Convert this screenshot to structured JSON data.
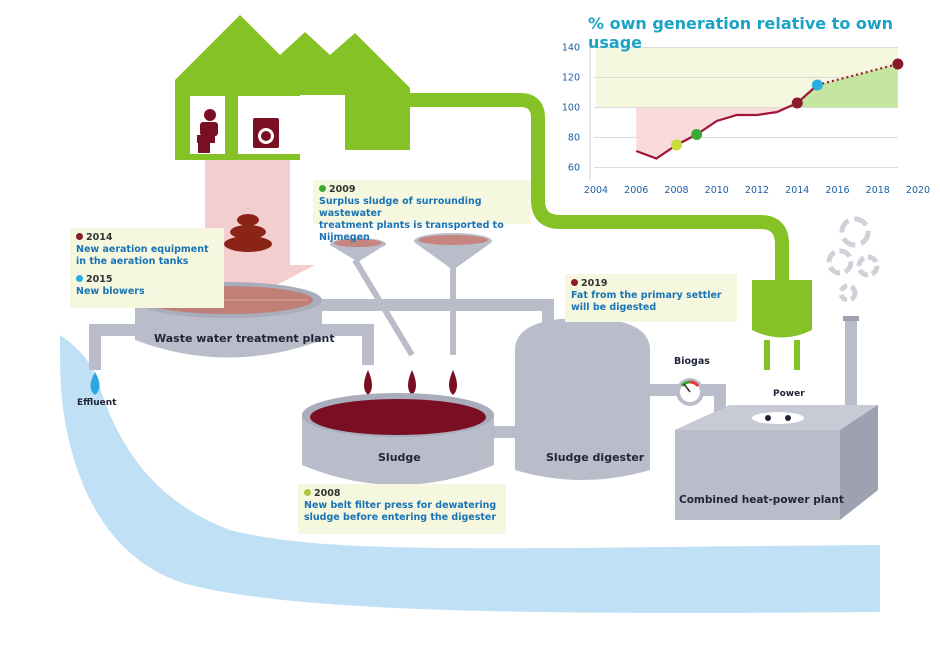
{
  "chart_title": "% own generation relative to own usage",
  "labels": {
    "wwtp": "Waste water treatment plant",
    "sludge": "Sludge",
    "digester": "Sludge digester",
    "chp": "Combined heat-power plant",
    "effluent": "Effluent",
    "biogas": "Biogas",
    "power": "Power"
  },
  "notes": {
    "n2014": {
      "year": "2014",
      "text1": "New aeration equipment",
      "text2": "in the aeration tanks",
      "color": "#8b1a2b"
    },
    "n2015": {
      "year": "2015",
      "text1": "New blowers",
      "color": "#2ab0e0"
    },
    "n2009": {
      "year": "2009",
      "text1": "Surplus sludge of surrounding wastewater",
      "text2": "treatment plants is transported to Nijmegen",
      "color": "#3aaa35"
    },
    "n2019": {
      "year": "2019",
      "text1": "Fat from the primary settler",
      "text2": "will be digested",
      "color": "#8b1a2b"
    },
    "n2008": {
      "year": "2008",
      "text1": "New belt filter press for dewatering",
      "text2": "sludge before entering the digester",
      "color": "#a8c83a"
    }
  },
  "colors": {
    "green": "#84c225",
    "maroon": "#7a0f24",
    "grey": "#b9bcc9",
    "water": "#bfe0f5",
    "note_bg": "#f5f7df"
  },
  "icons": [
    "house-icon",
    "toilet-icon",
    "washing-machine-icon",
    "poop-icon",
    "recycle-icon",
    "plug-icon",
    "gauge-icon",
    "water-drop-icon"
  ],
  "chart_data": {
    "type": "line",
    "title": "% own generation relative to own usage",
    "xlim": [
      2004,
      2020
    ],
    "ylim": [
      55,
      145
    ],
    "xticks": [
      2004,
      2006,
      2008,
      2010,
      2012,
      2014,
      2016,
      2018,
      2020
    ],
    "yticks": [
      60,
      80,
      100,
      120,
      140
    ],
    "band": [
      100,
      140
    ],
    "series": [
      {
        "values": [
          [
            2006,
            71
          ],
          [
            2007,
            66
          ],
          [
            2008,
            75
          ],
          [
            2009,
            82
          ],
          [
            2010,
            91
          ],
          [
            2011,
            95
          ],
          [
            2012,
            95
          ],
          [
            2013,
            97
          ],
          [
            2014,
            103
          ],
          [
            2015,
            115
          ]
        ]
      },
      {
        "dashed": true,
        "values": [
          [
            2015,
            115
          ],
          [
            2019,
            129
          ]
        ]
      }
    ],
    "markers": [
      {
        "x": 2008,
        "y": 75,
        "color": "#c8dd3a"
      },
      {
        "x": 2009,
        "y": 82,
        "color": "#3aaa35"
      },
      {
        "x": 2014,
        "y": 103,
        "color": "#8b1a2b"
      },
      {
        "x": 2015,
        "y": 115,
        "color": "#2ab0e0"
      },
      {
        "x": 2019,
        "y": 129,
        "color": "#8b1a2b"
      }
    ]
  }
}
